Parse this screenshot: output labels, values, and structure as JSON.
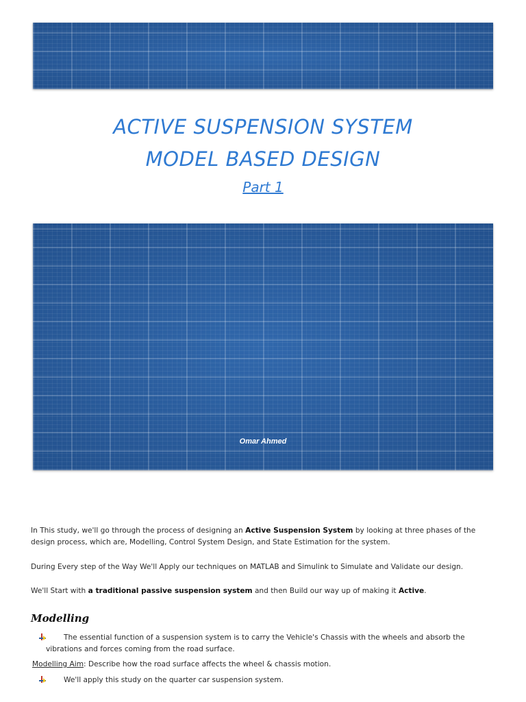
{
  "document": {
    "title_line1": "ACTIVE SUSPENSION SYSTEM",
    "title_line2": "MODEL BASED DESIGN",
    "subtitle": "Part 1",
    "author": "Omar Ahmed"
  },
  "intro": {
    "t1": "In This study, we'll go through the process of designing an ",
    "b1": "Active Suspension System",
    "t2": " by looking at three phases of the design process, which are, Modelling, Control System Design, and State Estimation for the system."
  },
  "every_step": "During Every step of the Way We'll Apply our techniques on MATLAB and Simulink to Simulate and Validate our design.",
  "start_with": {
    "t1": "We'll Start with ",
    "b1": "a traditional passive suspension system",
    "t2": " and then Build our way up of making it ",
    "b2": "Active",
    "t3": "."
  },
  "modelling": {
    "heading": "Modelling",
    "bullet1": "The essential function of a suspension system is to carry the Vehicle's Chassis with the wheels and absorb the vibrations and forces coming from the road surface.",
    "aim_label": "Modelling Aim",
    "aim_text": ": Describe how the road surface affects the wheel & chassis motion.",
    "bullet2": "We'll apply this study on the quarter car suspension system."
  },
  "colors": {
    "title": "#2f7ad2",
    "blueprint": "#2c5fa0"
  },
  "icons": {
    "bullet": "arrow-bullet-icon"
  }
}
